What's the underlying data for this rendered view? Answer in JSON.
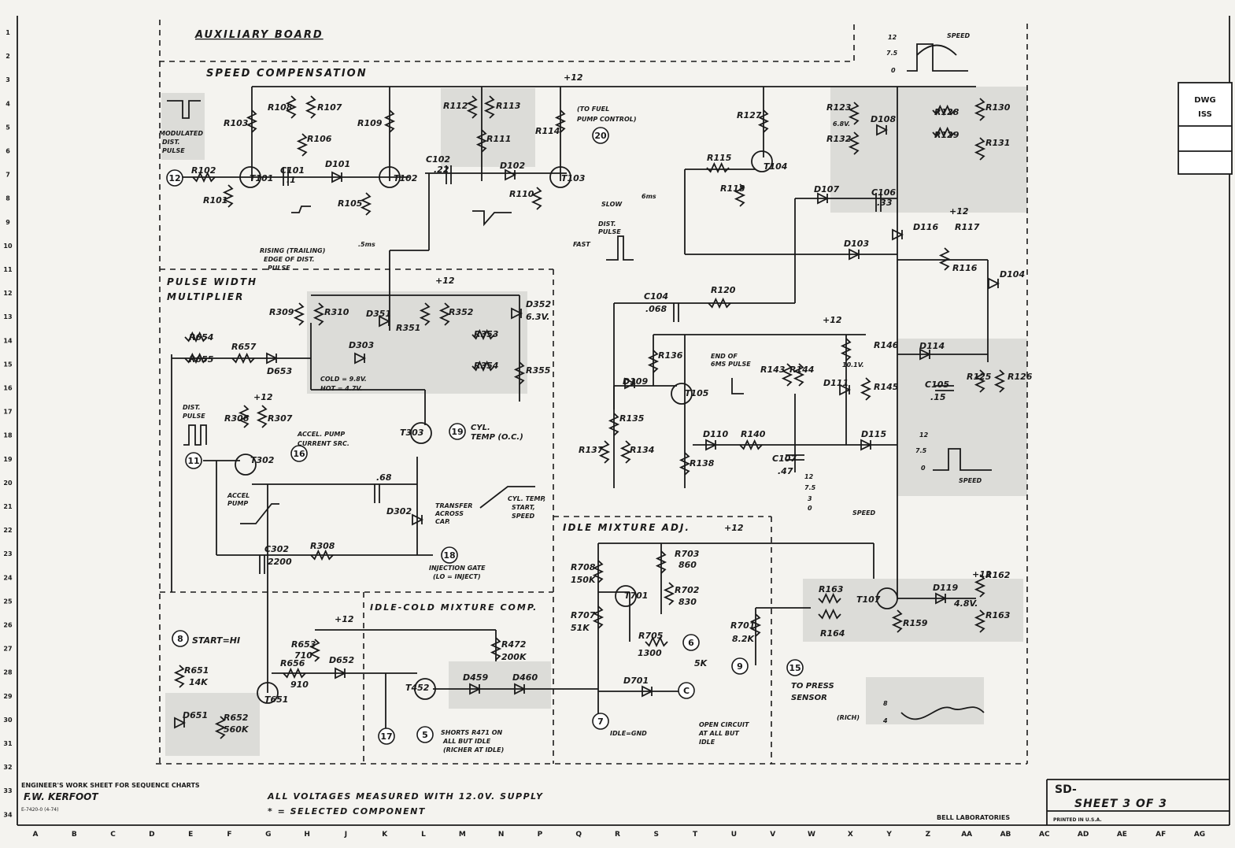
{
  "title": "AUXILIARY BOARD",
  "sections": {
    "speed": "SPEED COMPENSATION",
    "pulse_width": [
      "PULSE WIDTH",
      "MULTIPLIER"
    ],
    "idle_mix": "IDLE MIXTURE ADJ.",
    "idle_cold": "IDLE-COLD MIXTURE COMP."
  },
  "components": {
    "R103": "R103",
    "R108": "R108",
    "R107": "R107",
    "R106": "R106",
    "R109": "R109",
    "R112": "R112",
    "R113": "R113",
    "R111": "R111",
    "R114": "R114",
    "R102": "R102",
    "R101": "R101",
    "R105": "R105",
    "R110": "R110",
    "C101": "C101",
    "C101v": ".1",
    "C102": "C102",
    "C102v": ".22",
    "D101": "D101",
    "D102": "D102",
    "T101": "T101",
    "T102": "T102",
    "T103": "T103",
    "T104": "T104",
    "R127": "R127",
    "R115": "R115",
    "R118": "R118",
    "R123": "R123",
    "R132": "R132",
    "R128": "R128",
    "R129": "R129",
    "R130": "R130",
    "R131": "R131",
    "D108": "D108",
    "D107": "D107",
    "C106": "C106",
    "C106v": ".33",
    "D116": "D116",
    "R117": "R117",
    "D103": "D103",
    "R116": "R116",
    "D104": "D104",
    "R120": "R120",
    "C104": "C104",
    "C104v": ".068",
    "R136": "R136",
    "R143": "R143",
    "R144": "R144",
    "R146": "R146",
    "R145": "R145",
    "D111": "D111",
    "D114": "D114",
    "C105": "C105",
    "C105v": ".15",
    "R125": "R125",
    "R126": "R126",
    "D109": "D109",
    "T105": "T105",
    "R135": "R135",
    "R137": "R137",
    "R134": "R134",
    "D110": "D110",
    "R140": "R140",
    "R138": "R138",
    "C107": "C107",
    "C107v": ".47",
    "D115": "D115",
    "R309": "R309",
    "R310": "R310",
    "D351": "D351",
    "R351": "R351",
    "R352": "R352",
    "D352": "D352",
    "D352v": "6.3V.",
    "R353": "R353",
    "R354": "R354",
    "R355": "R355",
    "D303": "D303",
    "R654": "R654",
    "R655": "R655",
    "R657": "R657",
    "D653": "D653",
    "R306": "R306",
    "R307": "R307",
    "T302": "T302",
    "T303": "T303",
    "C68": ".68",
    "D302": "D302",
    "C302": "C302",
    "C302v": "2200",
    "R308": "R308",
    "R708": "R708",
    "R708v": "150K",
    "R703": "R703",
    "R703v": "860",
    "R702": "R702",
    "R702v": "830",
    "T701": "T701",
    "R707": "R707",
    "R707v": "51K",
    "R705": "R705",
    "R705v": "1300",
    "R701": "R701",
    "R701v": "8.2K",
    "P5K": "5K",
    "D701": "D701",
    "R163": "R163",
    "R164": "R164",
    "T107": "T107",
    "D119": "D119",
    "D119v": "4.8V.",
    "R162": "R162",
    "R163b": "R163",
    "R159": "R159",
    "R651": "R651",
    "R651v": "14K",
    "D651": "D651",
    "R652": "R652",
    "R652v": "560K",
    "T651": "T651",
    "R653": "R653",
    "R653v": "710",
    "R656": "R656",
    "R656v": "910",
    "D652": "D652",
    "R472": "R472",
    "R472v": "200K",
    "T452": "T452",
    "D459": "D459",
    "D460": "D460"
  },
  "supply": "+12",
  "nodes": [
    "12",
    "20",
    "11",
    "16",
    "19",
    "18",
    "8",
    "17",
    "5",
    "7",
    "6",
    "9",
    "C",
    "15"
  ],
  "notes": {
    "modulated": [
      "MODULATED",
      "DIST.",
      "PULSE"
    ],
    "fuel": [
      "(TO FUEL",
      "PUMP CONTROL)"
    ],
    "rising": [
      "RISING (TRAILING)",
      "EDGE OF DIST.",
      "PULSE"
    ],
    "rising_ms": ".5ms",
    "slow": "SLOW",
    "dist_pulse": [
      "DIST.",
      "PULSE"
    ],
    "fast": "FAST",
    "six_ms": "6ms",
    "cold_hot": [
      "COLD = 9.8V.",
      "HOT = 4.7V."
    ],
    "dist_pulse2": [
      "DIST.",
      "PULSE"
    ],
    "accel_pump": [
      "ACCEL. PUMP",
      "CURRENT SRC."
    ],
    "cyl_temp": [
      "CYL.",
      "TEMP (O.C.)"
    ],
    "accel_pump2": [
      "ACCEL",
      "PUMP"
    ],
    "transfer": [
      "TRANSFER",
      "ACROSS",
      "CAP."
    ],
    "cyl_temp2": [
      "CYL. TEMP,",
      "START,",
      "SPEED"
    ],
    "injection": [
      "INJECTION GATE",
      "(LO = INJECT)"
    ],
    "end_6ms": [
      "END OF",
      "6MS PULSE"
    ],
    "v101": "10.1V.",
    "v68": "6.8V.",
    "start_hi": "START=HI",
    "shorts": [
      "SHORTS R471 ON",
      "ALL BUT IDLE",
      "(RICHER AT IDLE)"
    ],
    "idle_gnd": "IDLE=GND",
    "open_circuit": [
      "OPEN CIRCUIT",
      "AT ALL BUT",
      "IDLE"
    ],
    "press": [
      "TO PRESS",
      "SENSOR"
    ],
    "rich": "(RICH)",
    "speed": "SPEED"
  },
  "axis_levels": {
    "top": [
      "12",
      "7.5",
      "0"
    ],
    "right": [
      "12",
      "7.5",
      "0"
    ],
    "c107": [
      "12",
      "7.5",
      "3",
      "0"
    ],
    "press": [
      "8",
      "4"
    ]
  },
  "footer": {
    "worksheet": "ENGINEER'S WORK SHEET FOR SEQUENCE CHARTS",
    "engineer": "F.W. KERFOOT",
    "form": "E-7420-0 (4-74)",
    "note1": "ALL VOLTAGES MEASURED WITH 12.0V. SUPPLY",
    "note2": "* = SELECTED COMPONENT",
    "company": "BELL LABORATORIES",
    "printed": "PRINTED IN U.S.A.",
    "sd": "SD-",
    "sheet": "SHEET 3 OF 3"
  },
  "title_block": {
    "dwg": "DWG",
    "iss": "ISS"
  },
  "columns": [
    "A",
    "B",
    "C",
    "D",
    "E",
    "F",
    "G",
    "H",
    "J",
    "K",
    "L",
    "M",
    "N",
    "P",
    "Q",
    "R",
    "S",
    "T",
    "U",
    "V",
    "W",
    "X",
    "Y",
    "Z",
    "AA",
    "AB",
    "AC",
    "AD",
    "AE",
    "AF",
    "AG"
  ],
  "rows": [
    "1",
    "2",
    "3",
    "4",
    "5",
    "6",
    "7",
    "8",
    "9",
    "10",
    "11",
    "12",
    "13",
    "14",
    "15",
    "16",
    "17",
    "18",
    "19",
    "20",
    "21",
    "22",
    "23",
    "24",
    "25",
    "26",
    "27",
    "28",
    "29",
    "30",
    "31",
    "32",
    "33",
    "34"
  ]
}
